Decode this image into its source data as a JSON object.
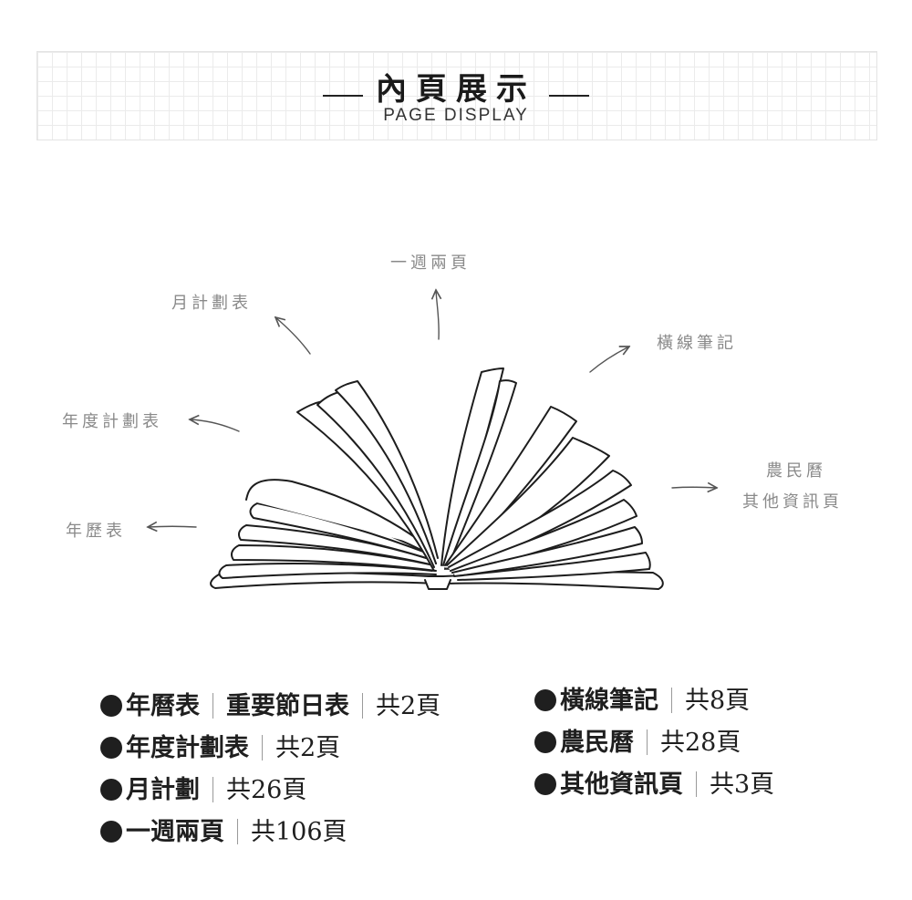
{
  "header": {
    "title": "內頁展示",
    "subtitle": "PAGE DISPLAY"
  },
  "diagram": {
    "labels": {
      "weekly": "一週兩頁",
      "monthly": "月計劃表",
      "lined": "橫線筆記",
      "yearly_plan": "年度計劃表",
      "lunar": "農民曆",
      "other": "其他資訊頁",
      "calendar": "年歷表"
    }
  },
  "list": {
    "left": [
      {
        "name": "年曆表",
        "extra": "重要節日表",
        "count": "共2頁"
      },
      {
        "name": "年度計劃表",
        "extra": "",
        "count": "共2頁"
      },
      {
        "name": "月計劃",
        "extra": "",
        "count": "共26頁"
      },
      {
        "name": "一週兩頁",
        "extra": "",
        "count": "共106頁"
      }
    ],
    "right": [
      {
        "name": "橫線筆記",
        "count": "共8頁"
      },
      {
        "name": "農民曆",
        "count": "共28頁"
      },
      {
        "name": "其他資訊頁",
        "count": "共3頁"
      }
    ]
  }
}
